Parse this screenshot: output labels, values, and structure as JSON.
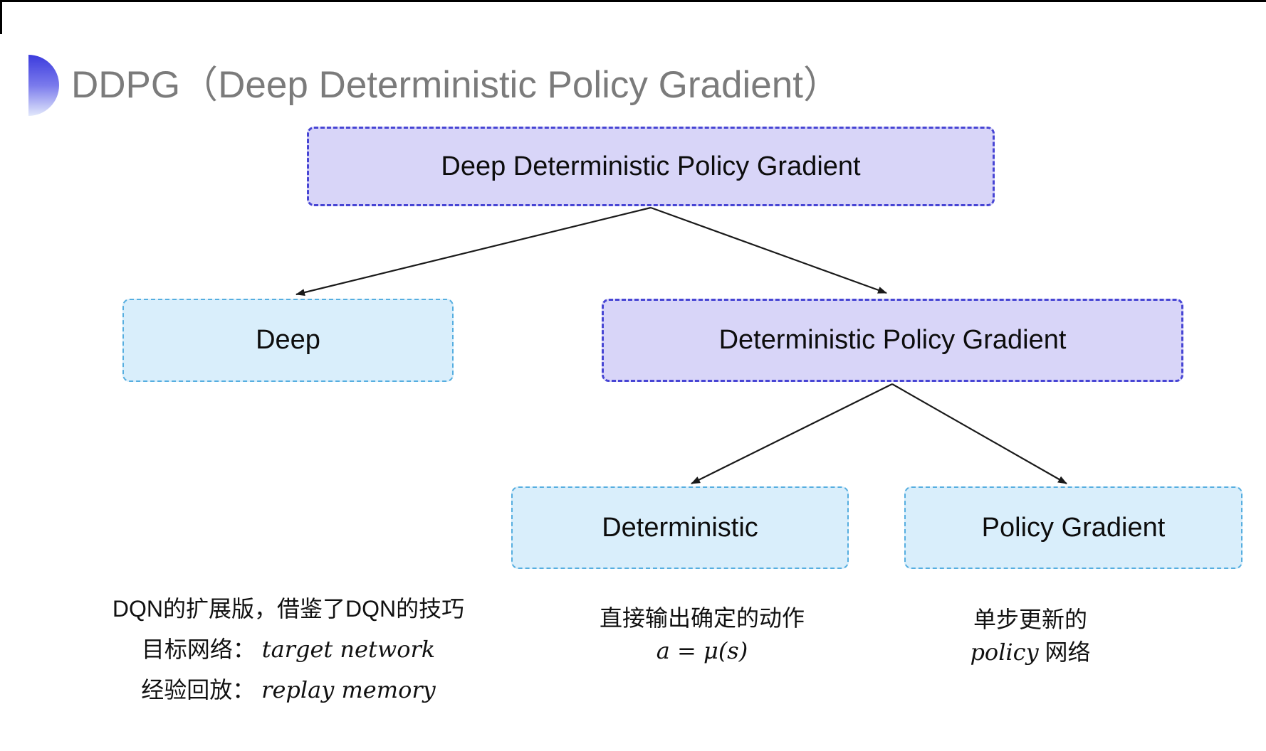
{
  "page": {
    "title": "DDPG（Deep Deterministic Policy Gradient）"
  },
  "nodes": {
    "root": "Deep Deterministic Policy Gradient",
    "deep": "Deep",
    "dpg": "Deterministic Policy Gradient",
    "det": "Deterministic",
    "pg": "Policy Gradient"
  },
  "annotations": {
    "deep": {
      "line1": "DQN的扩展版，借鉴了DQN的技巧",
      "target_label": "目标网络：",
      "target_value": "target network",
      "replay_label": "经验回放：",
      "replay_value": "replay memory"
    },
    "det": {
      "line1": "直接输出确定的动作",
      "formula": "a = μ(s)"
    },
    "pg": {
      "line1": "单步更新的",
      "line2_italic": "policy",
      "line2_rest": " 网络"
    }
  },
  "colors": {
    "purple_fill": "#d8d5f8",
    "purple_border": "#4745d4",
    "cyan_fill": "#d9eefb",
    "cyan_border": "#56aee0",
    "title_gray": "#7b7b7b",
    "text": "#111111",
    "accent_bullet_top": "#3b3bdd",
    "accent_bullet_bottom": "#e2e8fb"
  }
}
